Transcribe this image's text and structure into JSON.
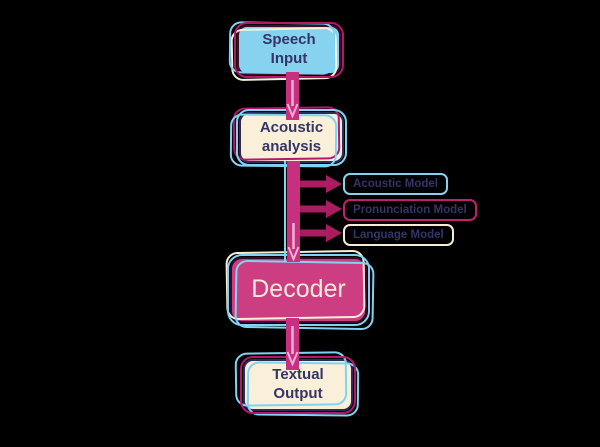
{
  "palette": {
    "background": "#000000",
    "sky_blue_fill": "#87d2ef",
    "sky_blue_outline": "#7fd4f4",
    "cream": "#faf0da",
    "magenta_bar": "#c7307e",
    "magenta_outline": "#b5186b",
    "crimson_arrow": "#ab1d60",
    "decoder_fill": "#cc3d81",
    "dark_maroon_border": "#410d2d",
    "dark_navy_border": "#2b2d55",
    "text_navy": "#343467",
    "decoder_text_cream": "#f8ecd9",
    "inner_arrow_pink": "#f2b0d9"
  },
  "nodes": {
    "speech_input": {
      "lines": [
        "Speech",
        "Input"
      ]
    },
    "acoustic_analysis": {
      "lines": [
        "Acoustic",
        "analysis"
      ]
    },
    "decoder": {
      "lines": [
        "Decoder"
      ]
    },
    "textual_output": {
      "lines": [
        "Textual",
        "Output"
      ]
    }
  },
  "side_labels": {
    "acoustic_model": "Acoustic Model",
    "pronunciation_model": "Pronunciation Model",
    "language_model": "Language Model"
  },
  "edges": [
    {
      "from": "Speech Input",
      "to": "Acoustic analysis"
    },
    {
      "from": "Acoustic analysis",
      "to": "Decoder"
    },
    {
      "from": "flow line",
      "to": "Acoustic Model"
    },
    {
      "from": "flow line",
      "to": "Pronunciation Model"
    },
    {
      "from": "flow line",
      "to": "Language Model"
    },
    {
      "from": "Decoder",
      "to": "Textual Output"
    }
  ]
}
